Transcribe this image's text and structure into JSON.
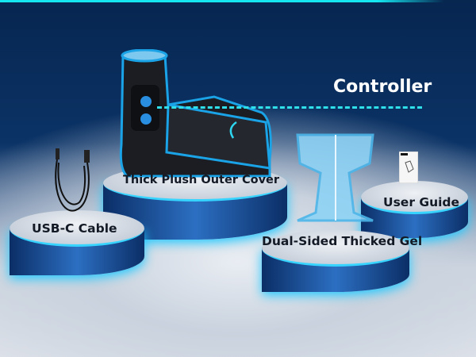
{
  "labels": {
    "controller": "Controller",
    "cover": "Thick Plush Outer Cover",
    "usb": "USB-C Cable",
    "gel": "Dual-Sided Thicked Gel",
    "guide": "User Guide"
  },
  "colors": {
    "accent": "#2fe0ea",
    "background_top": "#072650"
  }
}
